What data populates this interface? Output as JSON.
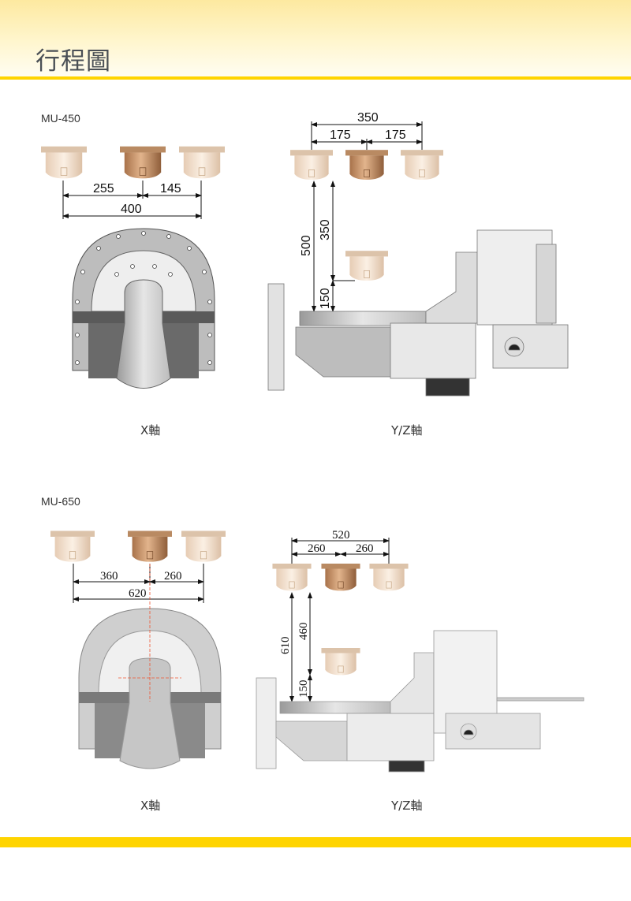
{
  "header": {
    "title": "行程圖"
  },
  "sections": [
    {
      "model": "MU-450",
      "x_axis": {
        "label": "X軸",
        "dims": {
          "left": "255",
          "right": "145",
          "total": "400"
        }
      },
      "yz_axis": {
        "label": "Y/Z軸",
        "dims": {
          "total_y": "350",
          "half_left": "175",
          "half_right": "175",
          "total_z": "500",
          "upper_z": "350",
          "lower_z": "150"
        }
      }
    },
    {
      "model": "MU-650",
      "x_axis": {
        "label": "X軸",
        "dims": {
          "left": "360",
          "right": "260",
          "total": "620"
        }
      },
      "yz_axis": {
        "label": "Y/Z軸",
        "dims": {
          "total_y": "520",
          "half_left": "260",
          "half_right": "260",
          "total_z": "610",
          "upper_z": "460",
          "lower_z": "150"
        }
      }
    }
  ],
  "colors": {
    "accent": "#ffd400",
    "spindle_active": "#c08a5e",
    "spindle_ghost": "#f2dcc6",
    "machine": "#c9c9c9"
  }
}
